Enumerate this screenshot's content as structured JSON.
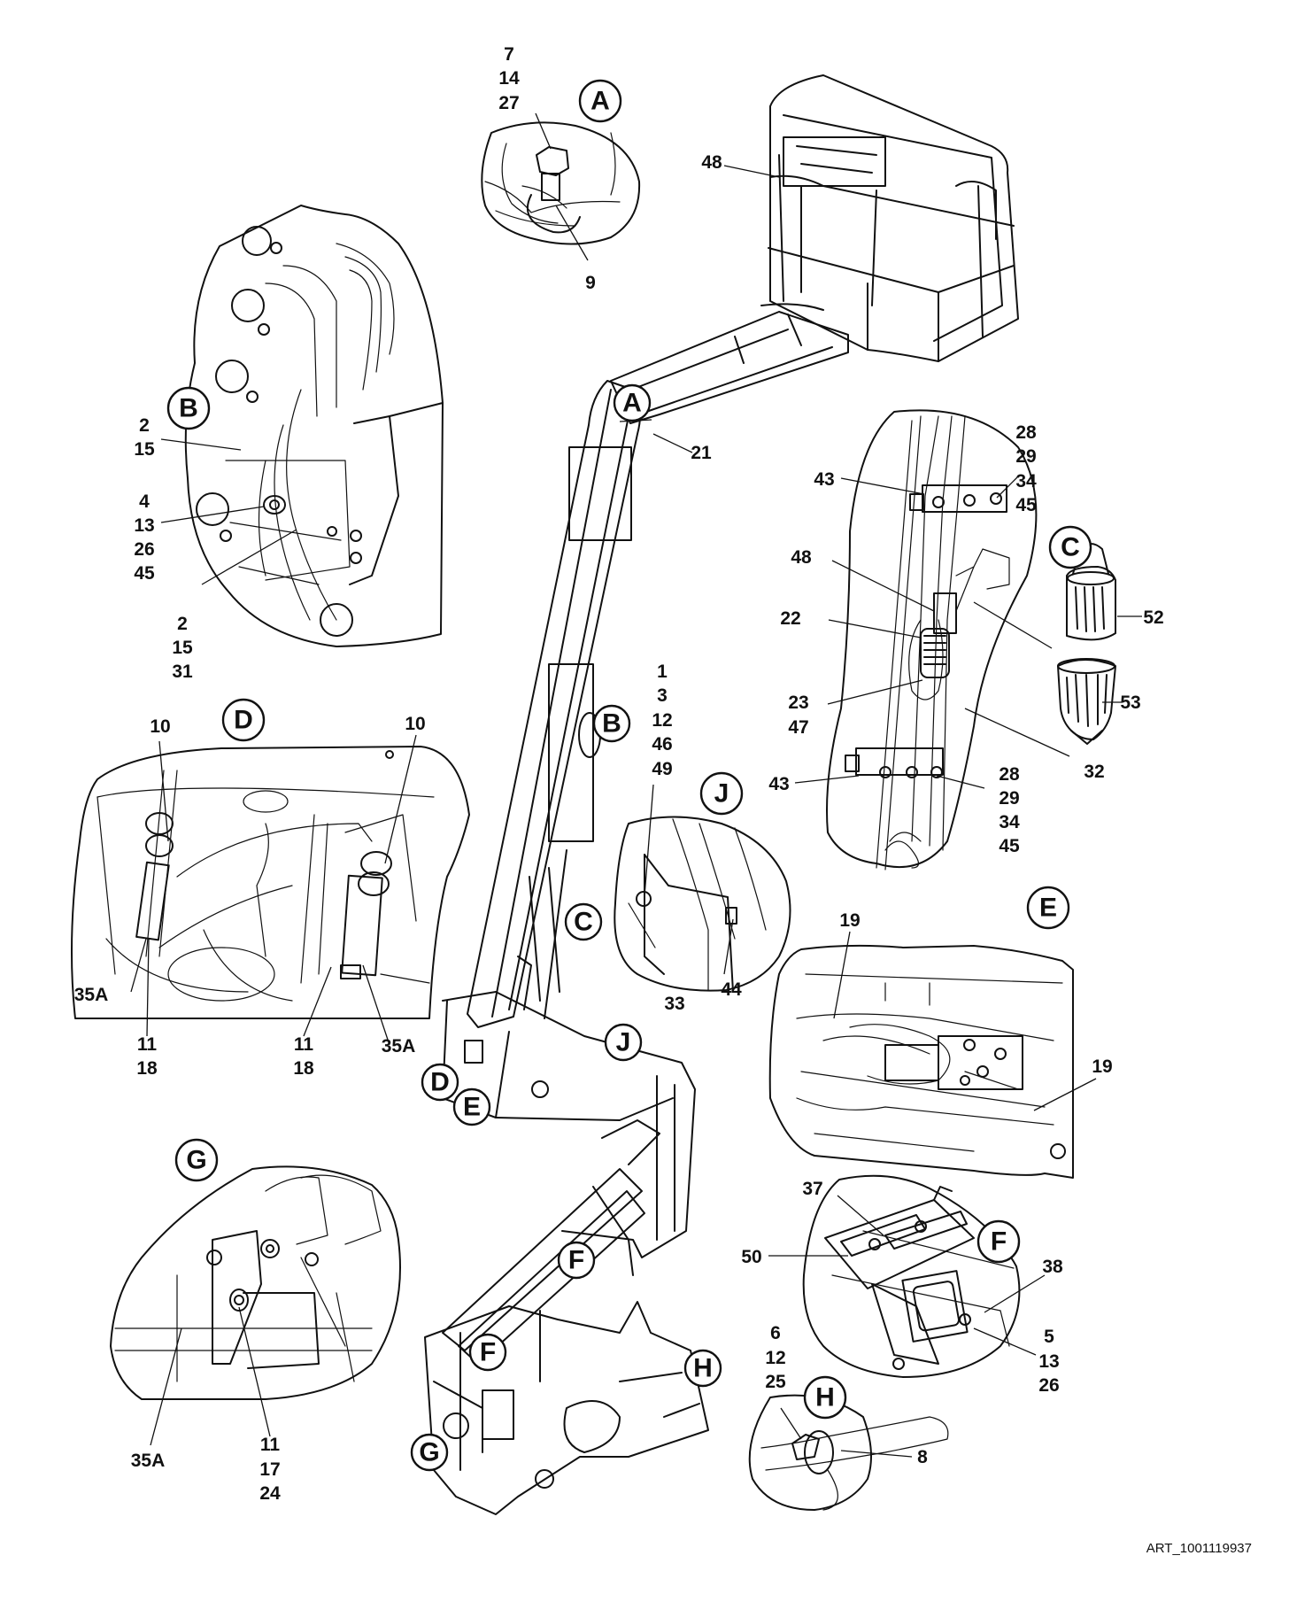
{
  "callouts": {
    "detail_a": "A",
    "detail_a_ref": "A",
    "detail_b": "B",
    "detail_b_ref": "B",
    "detail_c": "C",
    "detail_c_ref": "C",
    "detail_d": "D",
    "detail_d_ref": "D",
    "detail_e": "E",
    "detail_e_ref": "E",
    "detail_f": "F",
    "detail_f_ref1": "F",
    "detail_f_ref2": "F",
    "detail_g": "G",
    "detail_g_ref": "G",
    "detail_h": "H",
    "detail_h_ref": "H",
    "detail_j": "J",
    "detail_j_ref": "J"
  },
  "labels": {
    "a_top": [
      "7",
      "14",
      "27"
    ],
    "a_bottom": [
      "9"
    ],
    "b_1": [
      "2",
      "15"
    ],
    "b_2": [
      "4",
      "13",
      "26",
      "45"
    ],
    "b_3": [
      "2",
      "15",
      "31"
    ],
    "main_48": [
      "48"
    ],
    "main_21": [
      "21"
    ],
    "main_stack": [
      "1",
      "3",
      "12",
      "46",
      "49"
    ],
    "c_43_top": [
      "43"
    ],
    "c_top_right": [
      "28",
      "29",
      "34",
      "45"
    ],
    "c_48": [
      "48"
    ],
    "c_22": [
      "22"
    ],
    "c_23_47": [
      "23",
      "47"
    ],
    "c_52": [
      "52"
    ],
    "c_53": [
      "53"
    ],
    "c_32": [
      "32"
    ],
    "c_43_bottom": [
      "43"
    ],
    "c_bottom_right": [
      "28",
      "29",
      "34",
      "45"
    ],
    "d_10_left": [
      "10"
    ],
    "d_10_right": [
      "10"
    ],
    "d_35a_left": [
      "35A"
    ],
    "d_11_18_left": [
      "11",
      "18"
    ],
    "d_11_18_right": [
      "11",
      "18"
    ],
    "d_35a_right": [
      "35A"
    ],
    "j_33": [
      "33"
    ],
    "j_44": [
      "44"
    ],
    "e_19_top": [
      "19"
    ],
    "e_19_right": [
      "19"
    ],
    "f_37": [
      "37"
    ],
    "f_50": [
      "50"
    ],
    "f_38": [
      "38"
    ],
    "f_5_13_26": [
      "5",
      "13",
      "26"
    ],
    "g_35a": [
      "35A"
    ],
    "g_11_17_24": [
      "11",
      "17",
      "24"
    ],
    "h_6_12_25": [
      "6",
      "12",
      "25"
    ],
    "h_8": [
      "8"
    ]
  },
  "art_id": "ART_1001119937"
}
